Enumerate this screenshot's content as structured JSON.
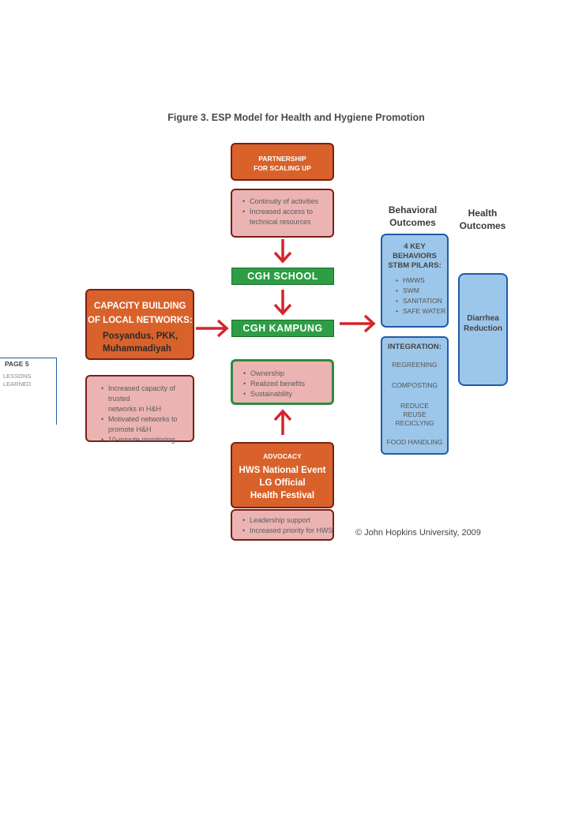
{
  "figure_title": "Figure 3.  ESP Model for Health and Hygiene Promotion",
  "side_tab": {
    "page": "PAGE 5",
    "section_line1": "LESSONS",
    "section_line2": "LEARNED"
  },
  "partnership": {
    "label_line1": "PARTNERSHIP",
    "label_line2": "FOR SCALING UP",
    "bullets": [
      "Continuity of activities",
      "Increased access to technical resources"
    ]
  },
  "cgh_school": "CGH SCHOOL",
  "cgh_kampung": "CGH KAMPUNG",
  "kampung_results": [
    "Ownership",
    "Realized benefits",
    "Sustainability"
  ],
  "capacity": {
    "heading_line1": "CAPACITY BUILDING",
    "heading_line2": "OF LOCAL NETWORKS:",
    "orgs_line1": "Posyandus, PKK,",
    "orgs_line2": "Muhammadiyah",
    "bullets_line1a": "Increased capacity of trusted",
    "bullets_line1b": "networks in H&H",
    "bullets_line2a": "Motivated networks to",
    "bullets_line2b": "promote H&H",
    "bullets_line3": "10-minute monitoring"
  },
  "advocacy": {
    "label": "ADVOCACY",
    "event_line1": "HWS National Event",
    "event_line2": "LG Official",
    "event_line3": "Health Festival",
    "bullets": [
      "Leadership support",
      "Increased priority for HWS"
    ]
  },
  "behavioral": {
    "heading_line1": "Behavioral",
    "heading_line2": "Outcomes",
    "key_line1": "4 KEY",
    "key_line2": "BEHAVIORS",
    "key_line3": "STBM PILARS:",
    "behaviors": [
      "HWWS",
      "SWM",
      "SANITATION",
      "SAFE WATER"
    ],
    "integration_label": "INTEGRATION:",
    "integration_items": [
      "REGREENING",
      "COMPOSTING",
      "REDUCE",
      "REUSE",
      "RECICLYNG",
      "FOOD HANDLING"
    ]
  },
  "health": {
    "heading_line1": "Health",
    "heading_line2": "Outcomes",
    "outcome_line1": "Diarrhea",
    "outcome_line2": "Reduction"
  },
  "copyright": "© John Hopkins University, 2009",
  "colors": {
    "orange": "#d9622b",
    "pink": "#ebb4b3",
    "dark_red": "#7a1f16",
    "green": "#2e9e45",
    "blue_fill": "#9cc6ea",
    "blue_border": "#1f5da8",
    "arrow_red": "#d3252b"
  }
}
